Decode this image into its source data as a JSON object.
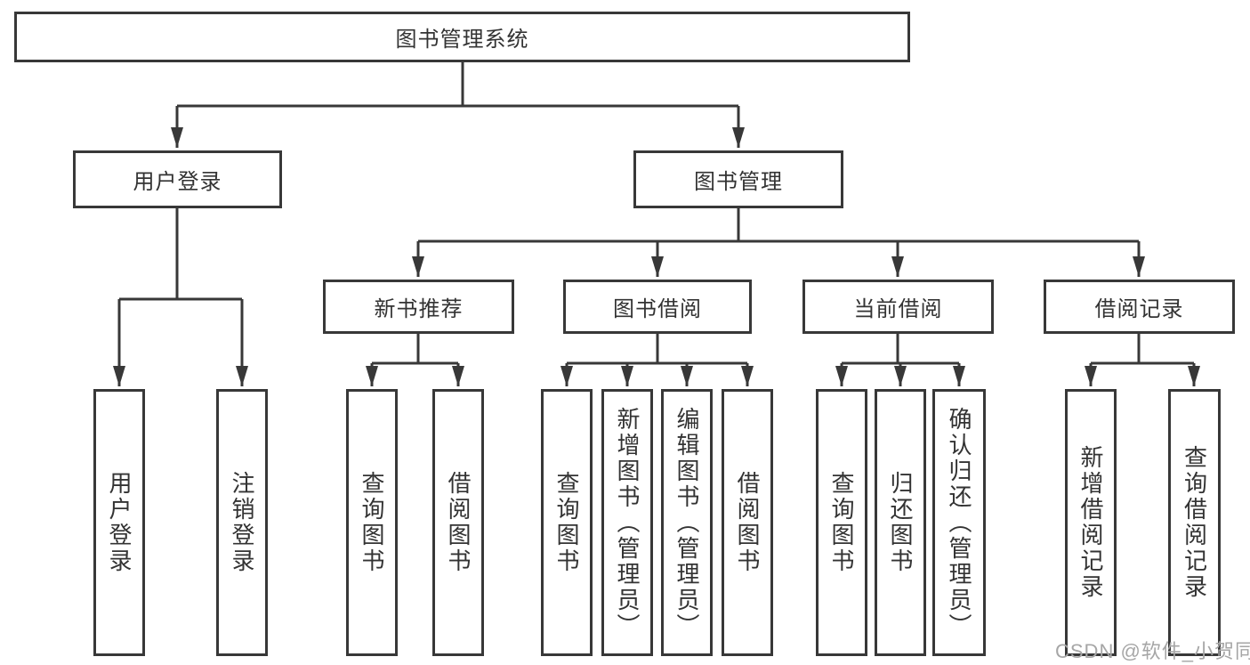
{
  "diagram_title": "图书管理系统",
  "colors": {
    "line": "#383838",
    "text": "#333333",
    "watermark": "#a6a6a6",
    "background": "#ffffff"
  },
  "watermark": {
    "text": "CSDN @软件_小贺同学"
  },
  "tree": {
    "root": {
      "label": "图书管理系统"
    },
    "branches": [
      {
        "label": "用户登录",
        "children": [
          {
            "label": "用户登录"
          },
          {
            "label": "注销登录"
          }
        ]
      },
      {
        "label": "图书管理",
        "children": [
          {
            "label": "新书推荐",
            "children": [
              {
                "label": "查询图书"
              },
              {
                "label": "借阅图书"
              }
            ]
          },
          {
            "label": "图书借阅",
            "children": [
              {
                "label": "查询图书"
              },
              {
                "label": "新增图书（管理员）"
              },
              {
                "label": "编辑图书（管理员）"
              },
              {
                "label": "借阅图书"
              }
            ]
          },
          {
            "label": "当前借阅",
            "children": [
              {
                "label": "查询图书"
              },
              {
                "label": "归还图书"
              },
              {
                "label": "确认归还（管理员）"
              }
            ]
          },
          {
            "label": "借阅记录",
            "children": [
              {
                "label": "新增借阅记录"
              },
              {
                "label": "查询借阅记录"
              }
            ]
          }
        ]
      }
    ]
  }
}
